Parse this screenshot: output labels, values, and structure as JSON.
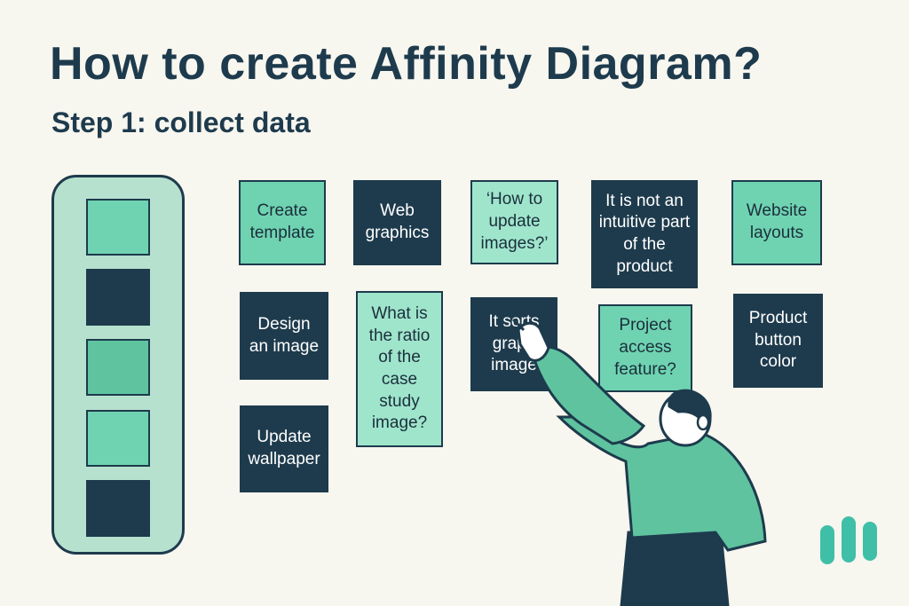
{
  "title": "How to create Affinity Diagram?",
  "subtitle": "Step 1: collect data",
  "sidebar": {
    "swatches": [
      {
        "color": "#6fd3b1"
      },
      {
        "color": "#1e3b4d"
      },
      {
        "color": "#5fc3a0"
      },
      {
        "color": "#6fd3b1"
      },
      {
        "color": "#1e3b4d"
      }
    ]
  },
  "notes": {
    "create_template": "Create template",
    "web_graphics": "Web graphics",
    "how_to_update": "‘How to update images?’",
    "not_intuitive": "It is not an intuitive part of the product",
    "website_layouts": "Website layouts",
    "design_image": "Design an image",
    "ratio_case_study": "What is the ratio of the case study image?",
    "it_sorts": "It sorts graph image",
    "project_access": "Project access feature?",
    "product_button": "Product button color",
    "update_wallpaper": "Update wallpaper"
  },
  "colors": {
    "navy": "#1e3b4d",
    "mint": "#6fd3b1",
    "pale_mint": "#9fe5cc",
    "sidebar": "#b7e1cf",
    "background": "#f7f6ef",
    "logo": "#3fbfa7"
  }
}
